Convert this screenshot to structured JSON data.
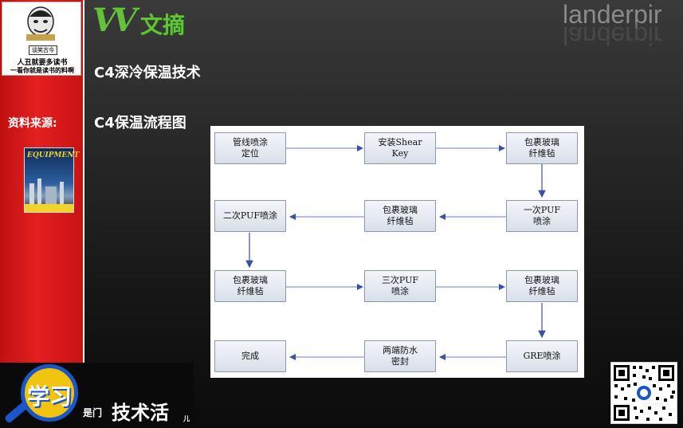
{
  "sidebar": {
    "avatar_sign": "谈笑古今",
    "avatar_caption_line1": "人丑就要多读书",
    "avatar_caption_line2": "一看你就是读书的料啊",
    "source_label": "资料来源:",
    "magazine_title": "EQUIPMENT"
  },
  "header": {
    "logo_mark": "VV",
    "logo_text": "文摘",
    "watermark": "landerpir"
  },
  "main": {
    "heading1": "C4深冷保温技术",
    "heading2": "C4保温流程图"
  },
  "flowchart": {
    "nodes": {
      "n1": "管线喷涂\n定位",
      "n2": "安装Shear\nKey",
      "n3": "包裹玻璃\n纤维毡",
      "n4": "一次PUF\n喷涂",
      "n5": "包裹玻璃\n纤维毡",
      "n6": "二次PUF喷涂",
      "n7": "包裹玻璃\n纤维毡",
      "n8": "三次PUF\n喷涂",
      "n9": "包裹玻璃\n纤维毡",
      "n10": "GRE喷涂",
      "n11": "两端防水\n密封",
      "n12": "完成"
    },
    "arrow_color": "#3a4fa8"
  },
  "badge": {
    "main": "学习",
    "prefix": "是门",
    "strong": "技术活",
    "suffix": "儿"
  },
  "colors": {
    "sidebar_red": "#e41f1f",
    "logo_green": "#62c23a",
    "badge_yellow": "#f1c40f",
    "badge_blue": "#1a56c6"
  }
}
